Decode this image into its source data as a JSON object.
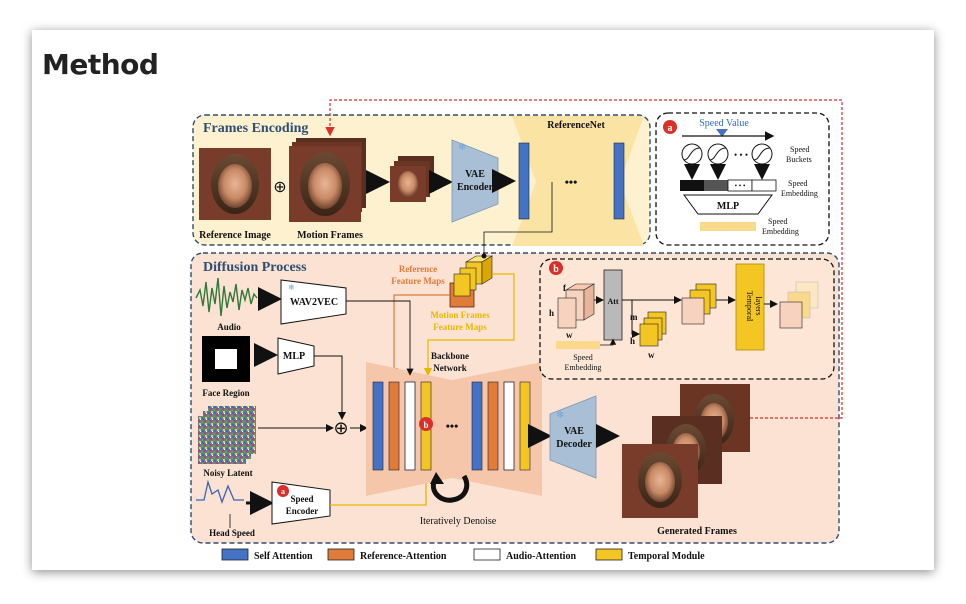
{
  "slide": {
    "title": "Method"
  },
  "frames_encoding": {
    "title": "Frames Encoding",
    "reference_image_label": "Reference Image",
    "motion_frames_label": "Motion Frames",
    "vae_encoder_label_1": "VAE",
    "vae_encoder_label_2": "Encoder",
    "referencenet_label": "ReferenceNet",
    "ellipsis": "•••"
  },
  "speed_panel": {
    "badge": "a",
    "speed_value_label": "Speed Value",
    "speed_buckets_1": "Speed",
    "speed_buckets_2": "Buckets",
    "speed_embedding_a_1": "Speed",
    "speed_embedding_a_2": "Embedding",
    "mlp_label": "MLP",
    "speed_embedding_b_1": "Speed",
    "speed_embedding_b_2": "Embedding",
    "dots": "• • •"
  },
  "diffusion": {
    "title": "Diffusion Process",
    "audio_label": "Audio",
    "wav2vec_label": "WAV2VEC",
    "face_region_label": "Face Region",
    "mlp_label": "MLP",
    "noisy_latent_label": "Noisy Latent",
    "head_speed_label": "Head Speed",
    "speed_encoder_badge": "a",
    "speed_encoder_1": "Speed",
    "speed_encoder_2": "Encoder",
    "reference_feature_maps_1": "Reference",
    "reference_feature_maps_2": "Feature Maps",
    "motion_feature_maps_1": "Motion Frames",
    "motion_feature_maps_2": "Feature Maps",
    "backbone_1": "Backbone",
    "backbone_2": "Network",
    "backbone_badge": "b",
    "ellipsis": "•••",
    "iteratively_denoise": "Iteratively Denoise",
    "vae_decoder_1": "VAE",
    "vae_decoder_2": "Decoder",
    "generated_frames": "Generated Frames",
    "plus": "⊕"
  },
  "temporal_panel": {
    "badge": "b",
    "f": "f",
    "h1": "h",
    "w1": "w",
    "att": "Att",
    "m": "m",
    "h2": "h",
    "w2": "w",
    "temporal_layers_1": "Temporal",
    "temporal_layers_2": "layers",
    "speed_embedding_1": "Speed",
    "speed_embedding_2": "Embedding"
  },
  "legend": [
    {
      "label": "Self Attention",
      "color": "#4472c4"
    },
    {
      "label": "Reference-Attention",
      "color": "#e07b39"
    },
    {
      "label": "Audio-Attention",
      "color": "#ffffff"
    },
    {
      "label": "Temporal Module",
      "color": "#f3c623"
    }
  ],
  "colors": {
    "encoding_bg": "#fdf1cf",
    "diffusion_bg": "#fbe2d3",
    "panel_border": "#2e4e73",
    "vae_blue": "#a9bfd6",
    "badge_red": "#d9302a",
    "dashed_red": "#d9302a",
    "yellow": "#f3c623",
    "orange": "#e07b39",
    "blue": "#4472c4",
    "peach": "#f6d2bf"
  }
}
